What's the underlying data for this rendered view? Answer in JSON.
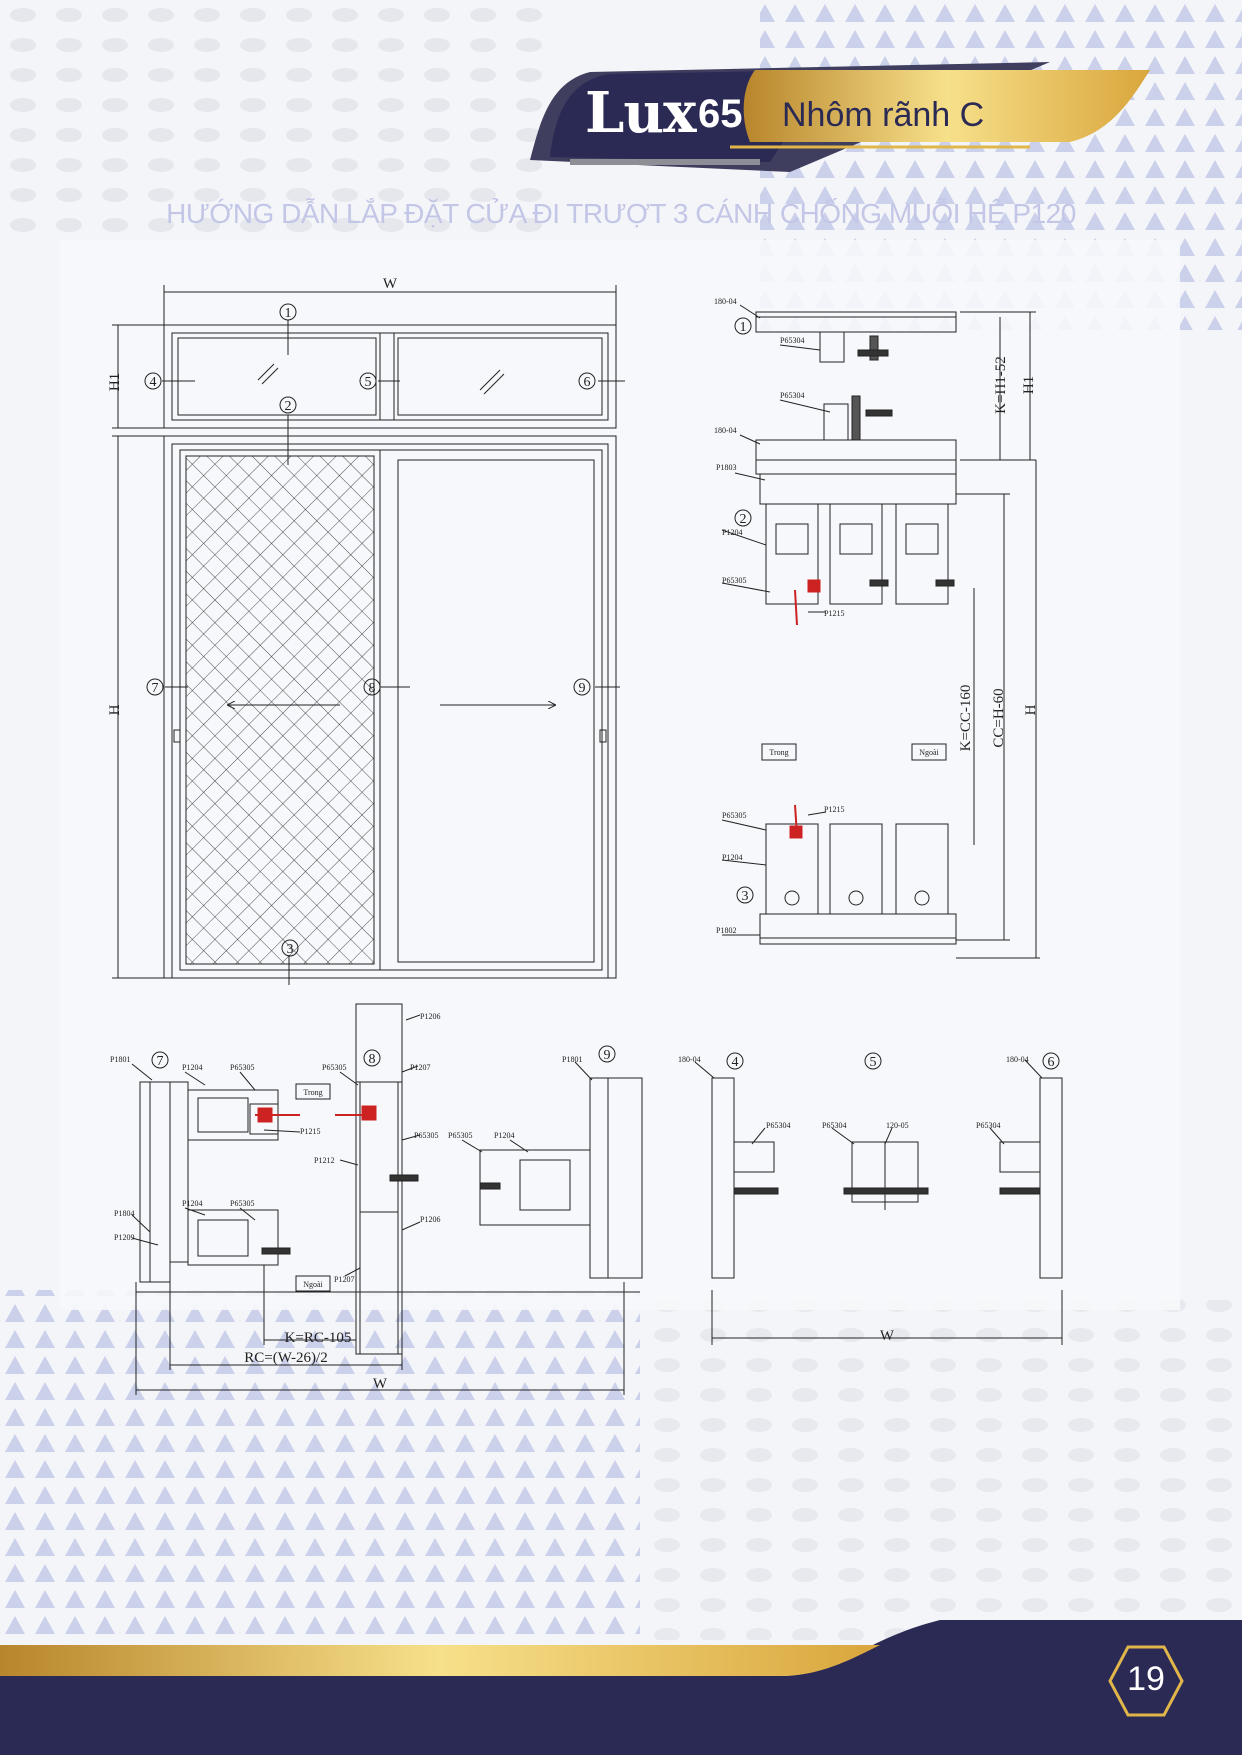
{
  "header": {
    "brand": "Lux",
    "brand_number": "65",
    "subtitle": "Nhôm rãnh C"
  },
  "title": "HƯỚNG DẪN LẮP ĐẶT CỬA ĐI TRƯỢT 3 CÁNH CHỐNG MUỖI HỆ P120",
  "elevation": {
    "width_label": "W",
    "h1_label": "H1",
    "h_label": "H",
    "callouts": [
      "1",
      "2",
      "3",
      "4",
      "5",
      "6",
      "7",
      "8",
      "9"
    ]
  },
  "vertical_section": {
    "top_profile": "180-04",
    "mid_profile": "180-04",
    "p65304_a": "P65304",
    "p65304_b": "P65304",
    "p1803": "P1803",
    "p1204_top": "P1204",
    "p65305_top": "P65305",
    "p1215_top": "P1215",
    "p65305_bot": "P65305",
    "p1215_bot": "P1215",
    "p1204_bot": "P1204",
    "p1802": "P1802",
    "k_h1": "K=H1-52",
    "h1": "H1",
    "k_cc": "K=CC-160",
    "cc": "CC=H-60",
    "h": "H",
    "trong": "Trong",
    "ngoai": "Ngoài",
    "callout_1": "1",
    "callout_2": "2",
    "callout_3": "3"
  },
  "horizontal_section": {
    "p1801_left": "P1801",
    "p1204_a": "P1204",
    "p65305_a": "P65305",
    "p1215": "P1215",
    "trong": "Trong",
    "p1804": "P1804",
    "p1209": "P1209",
    "p1204_b": "P1204",
    "p65305_b": "P65305",
    "ngoai": "Ngoài",
    "p1206_top": "P1206",
    "p65305_c": "P65305",
    "p1207_top": "P1207",
    "p65305_d": "P65305",
    "p1212": "P1212",
    "p1206_bot": "P1206",
    "p1207_bot": "P1207",
    "p1801_right": "P1801",
    "p65305_e": "P65305",
    "p1204_c": "P1204",
    "k_rc": "K=RC-105",
    "rc": "RC=(W-26)/2",
    "w": "W",
    "callout_7": "7",
    "callout_8": "8",
    "callout_9": "9"
  },
  "transom_section": {
    "p180_left": "180-04",
    "p65304_left": "P65304",
    "p65304_mid": "P65304",
    "p120_05": "120-05",
    "p180_right": "180-04",
    "p65304_right": "P65304",
    "w": "W",
    "callout_4": "4",
    "callout_5": "5",
    "callout_6": "6"
  },
  "footer": {
    "page_number": "19"
  },
  "colors": {
    "navy": "#2b2a55",
    "gold": "#e0b64a",
    "pattern": "#c6cdea"
  }
}
